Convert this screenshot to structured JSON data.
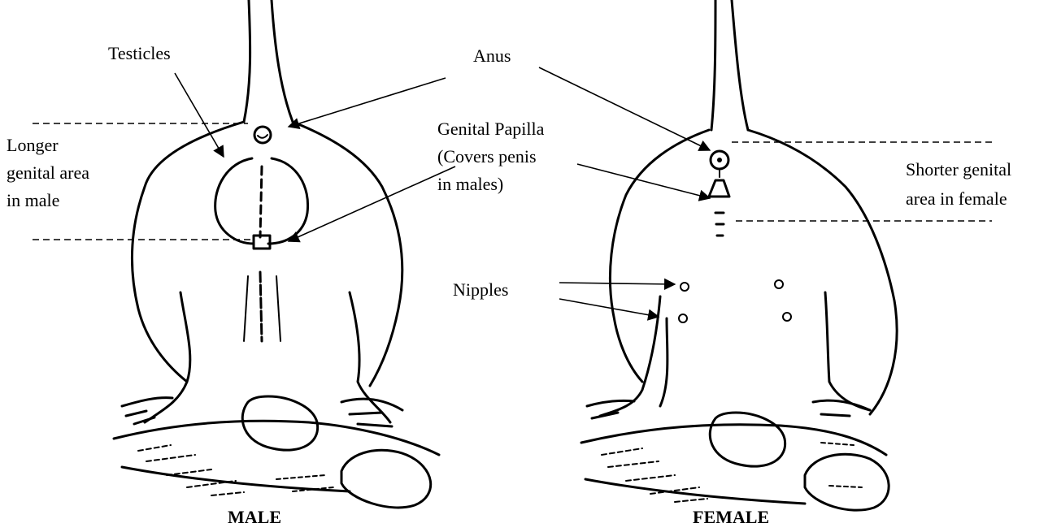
{
  "labels": {
    "testicles": "Testicles",
    "anus": "Anus",
    "longer_line1": "Longer",
    "longer_line2": "genital area",
    "longer_line3": "in male",
    "papilla_line1": "Genital Papilla",
    "papilla_line2": "(Covers penis",
    "papilla_line3": "in males)",
    "shorter_line1": "Shorter genital",
    "shorter_line2": "area in female",
    "nipples": "Nipples",
    "male_caption": "MALE",
    "female_caption": "FEMALE"
  },
  "colors": {
    "ink": "#000000",
    "background": "#ffffff"
  }
}
